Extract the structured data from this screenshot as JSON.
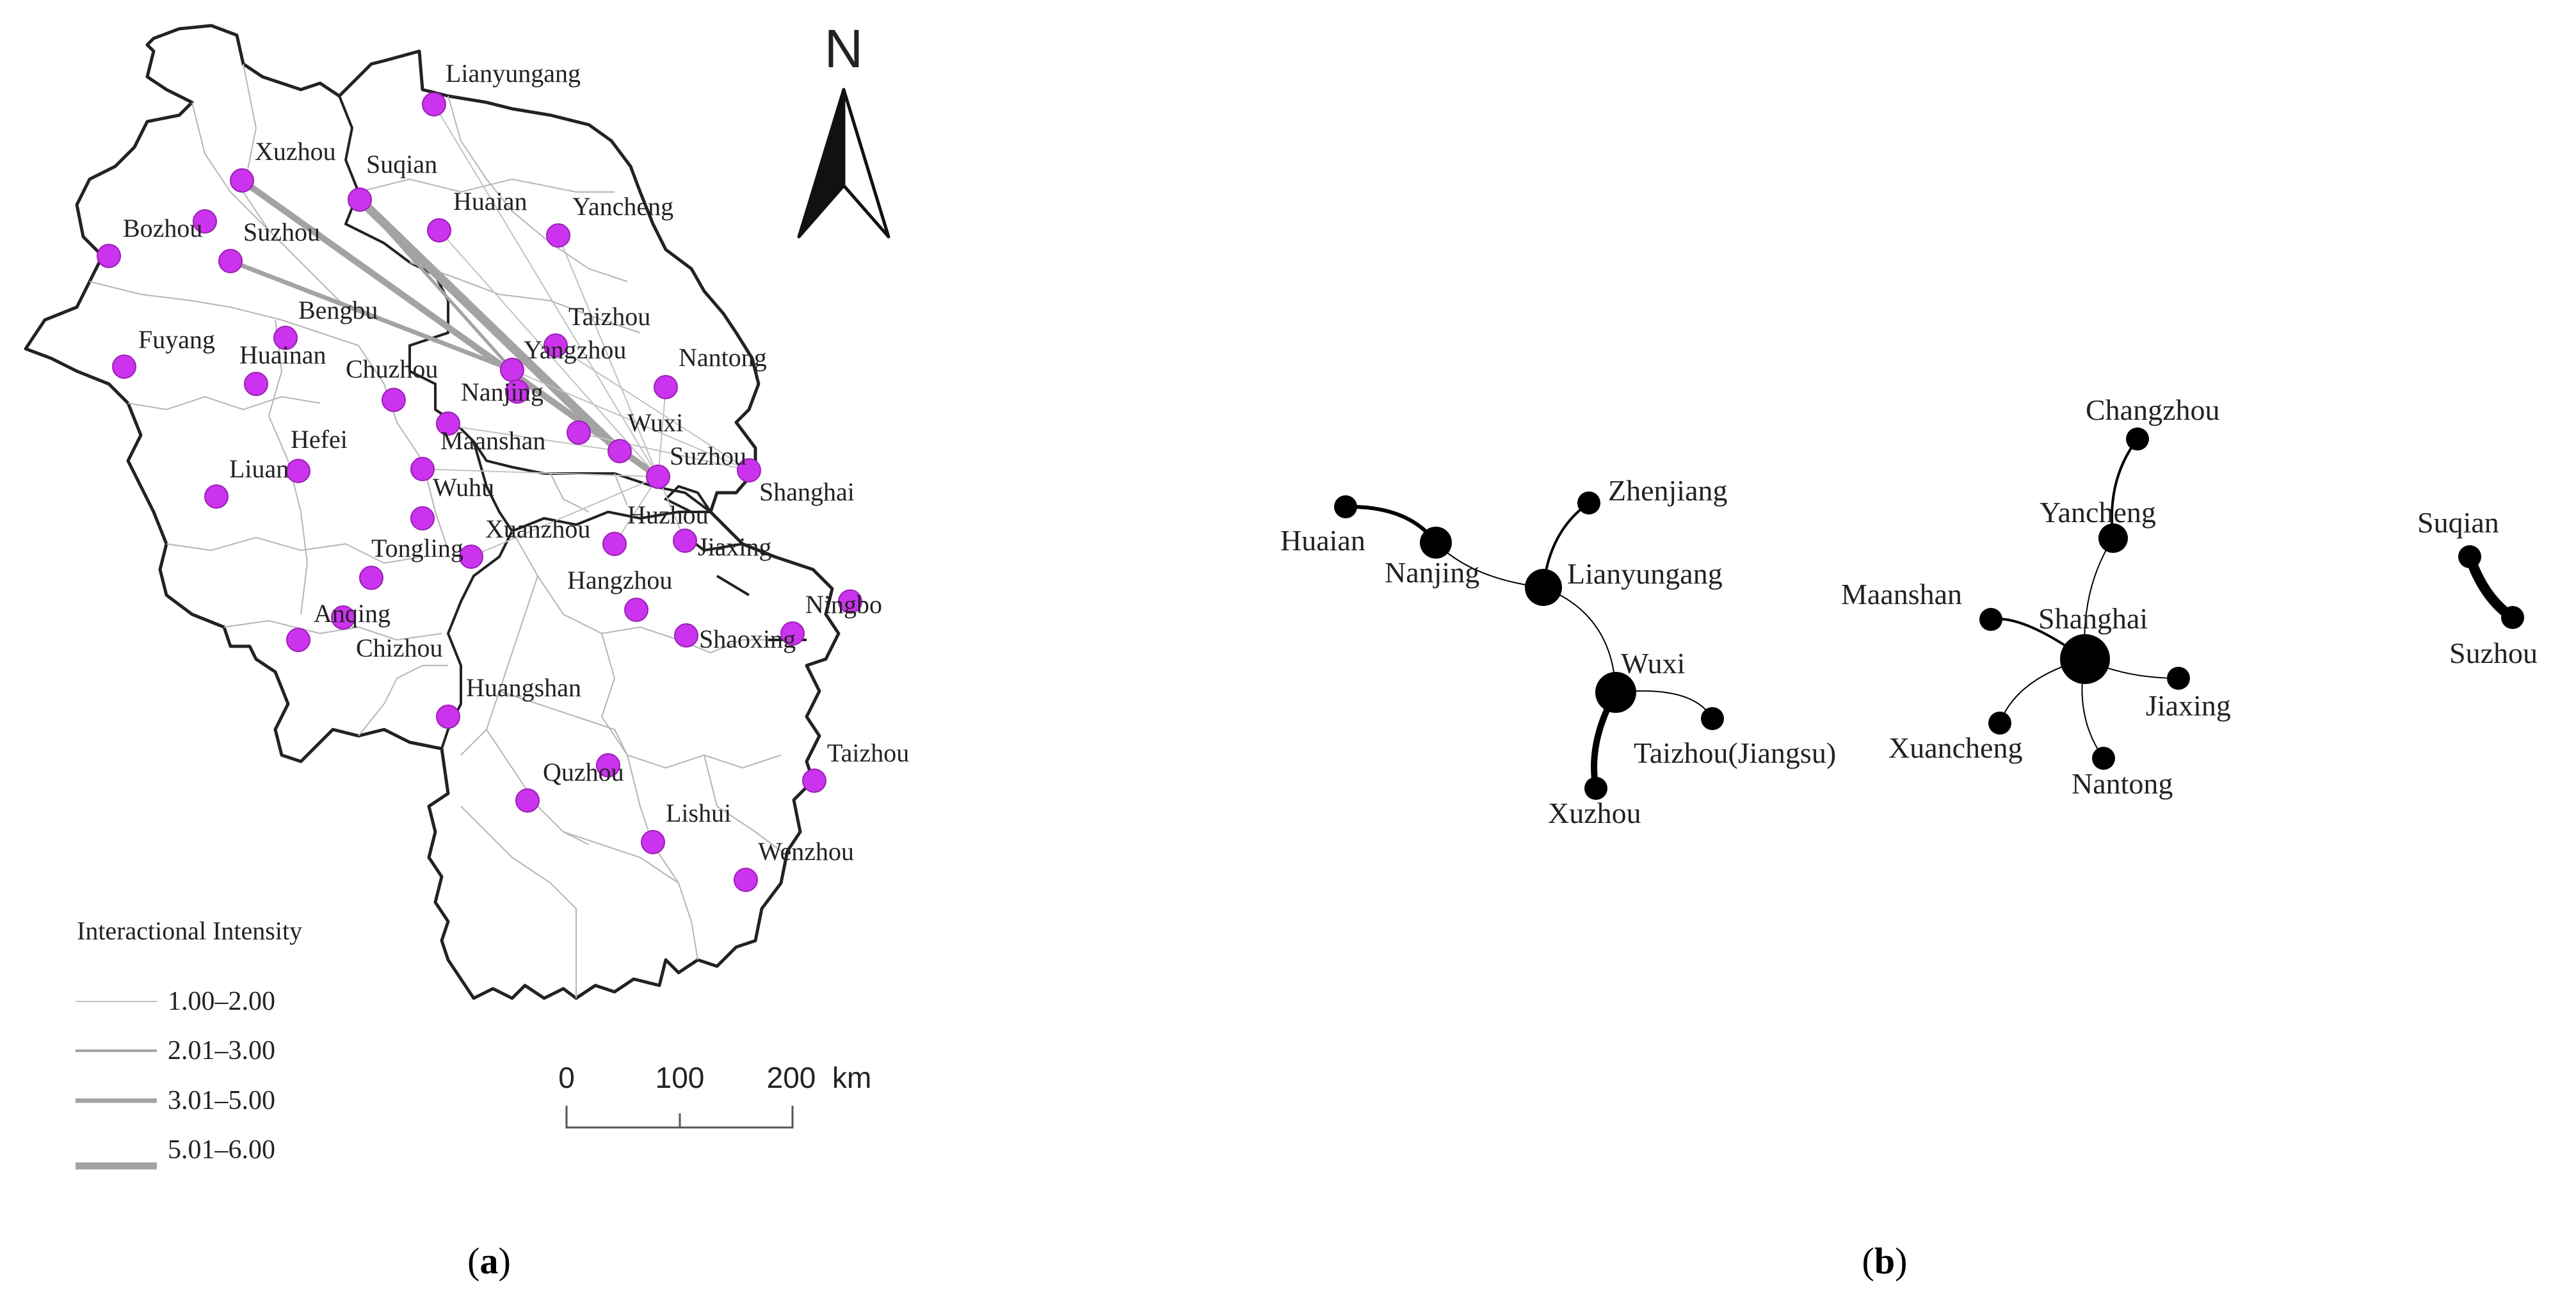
{
  "panel_a": {
    "caption_open": "(",
    "caption_letter": "a",
    "caption_close": ")",
    "north_label": "N",
    "cities": [
      {
        "name": "Lianyungang"
      },
      {
        "name": "Xuzhou"
      },
      {
        "name": "Suqian"
      },
      {
        "name": "Huaian"
      },
      {
        "name": "Yancheng"
      },
      {
        "name": "Bozhou"
      },
      {
        "name": "Suzhou"
      },
      {
        "name": "Bengbu"
      },
      {
        "name": "Taizhou"
      },
      {
        "name": "Yangzhou"
      },
      {
        "name": "Nantong"
      },
      {
        "name": "Fuyang"
      },
      {
        "name": "Huainan"
      },
      {
        "name": "Chuzhou"
      },
      {
        "name": "Nanjing"
      },
      {
        "name": "Hefei"
      },
      {
        "name": "Maanshan"
      },
      {
        "name": "Wuxi"
      },
      {
        "name": "Suzhou"
      },
      {
        "name": "Shanghai"
      },
      {
        "name": "Liuan"
      },
      {
        "name": "Wuhu"
      },
      {
        "name": "Xuanzhou"
      },
      {
        "name": "Huzhou"
      },
      {
        "name": "Jiaxing"
      },
      {
        "name": "Tongling"
      },
      {
        "name": "Hangzhou"
      },
      {
        "name": "Ningbo"
      },
      {
        "name": "Anqing"
      },
      {
        "name": "Chizhou"
      },
      {
        "name": "Shaoxing"
      },
      {
        "name": "Huangshan"
      },
      {
        "name": "Taizhou"
      },
      {
        "name": "Quzhou"
      },
      {
        "name": "Lishui"
      },
      {
        "name": "Wenzhou"
      }
    ],
    "legend": {
      "title": "Interactional Intensity",
      "items": [
        "1.00–2.00",
        "2.01–3.00",
        "3.01–5.00",
        "5.01–6.00"
      ]
    },
    "scale_bar": {
      "ticks": [
        "0",
        "100",
        "200"
      ],
      "unit": "km"
    },
    "colors": {
      "city_dot": "#cc33ee",
      "flow_line": "#a6a6a6",
      "boundary": "#222222",
      "inner_boundary": "#bbbbbb"
    }
  },
  "panel_b": {
    "caption_open": "(",
    "caption_letter": "b",
    "caption_close": ")",
    "nodes": [
      {
        "name": "Huaian"
      },
      {
        "name": "Nanjing"
      },
      {
        "name": "Zhenjiang"
      },
      {
        "name": "Lianyungang"
      },
      {
        "name": "Wuxi"
      },
      {
        "name": "Taizhou(Jiangsu)"
      },
      {
        "name": "Xuzhou"
      },
      {
        "name": "Changzhou"
      },
      {
        "name": "Yancheng"
      },
      {
        "name": "Maanshan"
      },
      {
        "name": "Shanghai"
      },
      {
        "name": "Jiaxing"
      },
      {
        "name": "Xuancheng"
      },
      {
        "name": "Nantong"
      },
      {
        "name": "Suqian"
      },
      {
        "name": "Suzhou"
      }
    ],
    "colors": {
      "node": "#000000",
      "edge": "#000000"
    }
  }
}
